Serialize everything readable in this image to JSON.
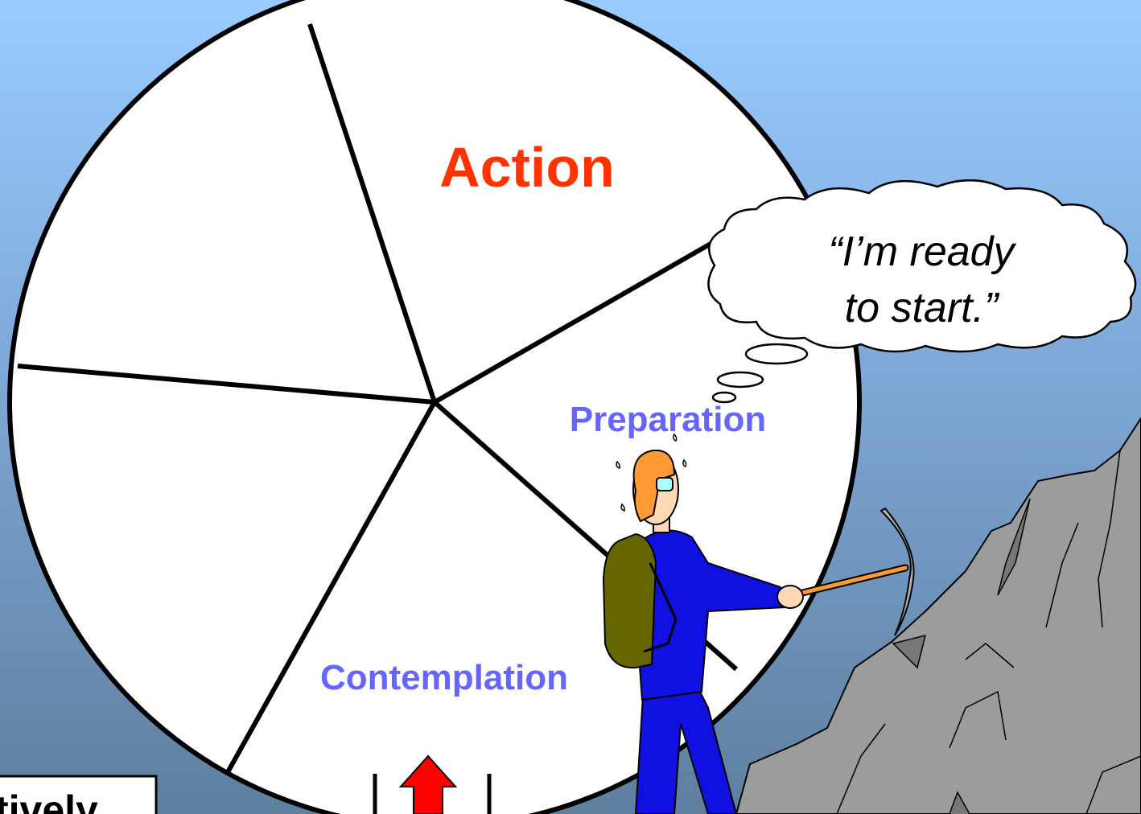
{
  "wheel": {
    "segments": {
      "action": "Action",
      "preparation": "Preparation",
      "contemplation": "Contemplation"
    }
  },
  "thought_bubble": {
    "line1": "“I’m ready",
    "line2": "to start.”"
  },
  "partial_caption": "tively",
  "colors": {
    "sky_top": "#99ccff",
    "sky_bottom": "#5e7f9e",
    "action_text": "#ff3300",
    "stage_text": "#6666ff",
    "arrow": "#ff0000",
    "rock": "#9c9c9c",
    "suit": "#1010e0"
  }
}
